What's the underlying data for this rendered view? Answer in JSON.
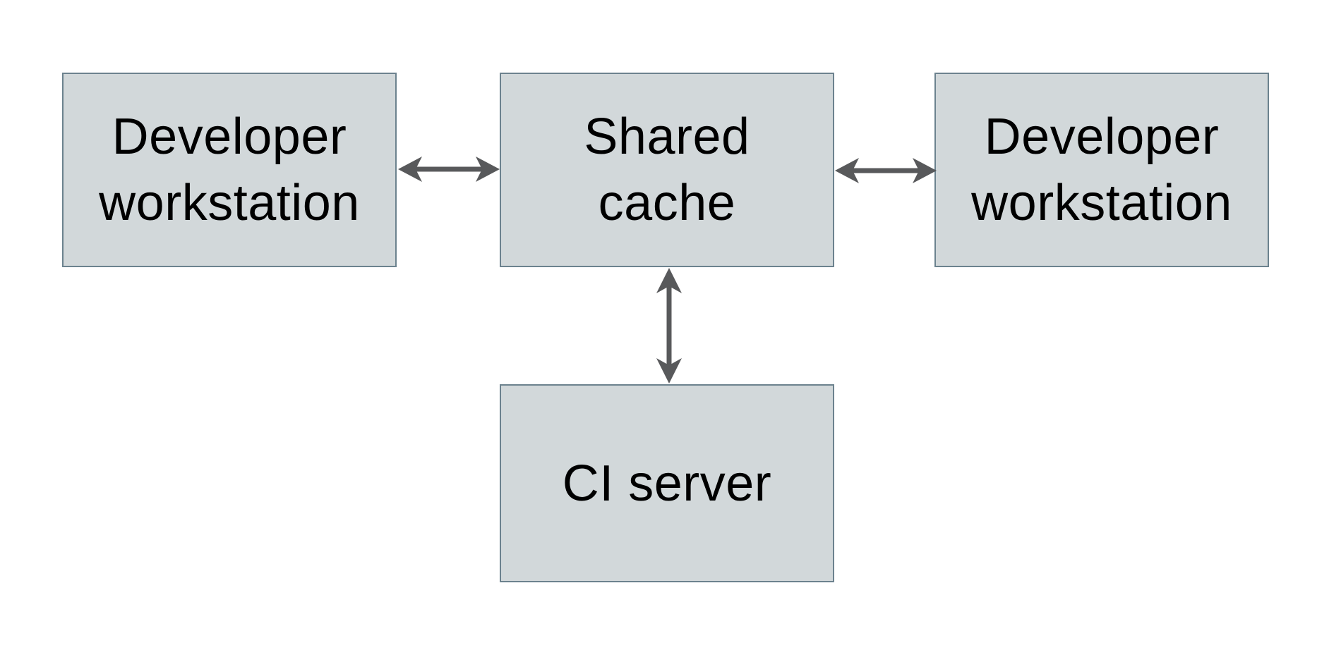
{
  "diagram": {
    "type": "architecture-diagram",
    "colors": {
      "background": "#ffffff",
      "node_fill": "#d2d8da",
      "node_border": "#6c828e",
      "arrow": "#58595b",
      "text": "#000000"
    },
    "nodes": {
      "workstation_left": {
        "label": "Developer workstation",
        "line1": "Developer",
        "line2": "workstation"
      },
      "shared_cache": {
        "label": "Shared cache",
        "line1": "Shared",
        "line2": "cache"
      },
      "workstation_right": {
        "label": "Developer workstation",
        "line1": "Developer",
        "line2": "workstation"
      },
      "ci_server": {
        "label": "CI server",
        "line1": "CI server"
      }
    },
    "edges": [
      {
        "from": "Developer workstation (left)",
        "to": "Shared cache",
        "direction": "bidirectional"
      },
      {
        "from": "Shared cache",
        "to": "Developer workstation (right)",
        "direction": "bidirectional"
      },
      {
        "from": "Shared cache",
        "to": "CI server",
        "direction": "bidirectional"
      }
    ]
  }
}
